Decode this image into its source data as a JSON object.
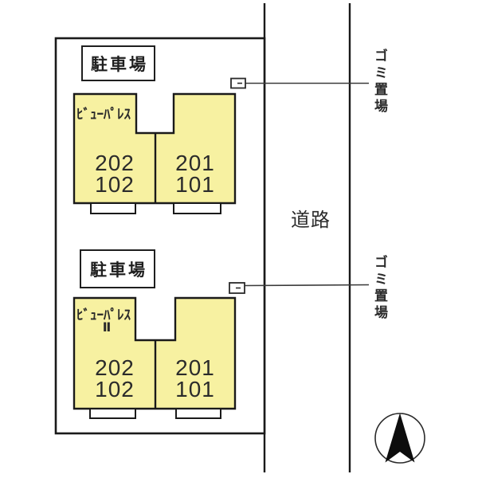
{
  "diagram_type": "real-estate-site-plan",
  "colors": {
    "building_fill": "#F7F1A1",
    "line_color": "#1A1A1A",
    "background": "#FFFFFF"
  },
  "road": {
    "label": "道路"
  },
  "sections": [
    {
      "parking_label": "駐車場",
      "building_name": "ﾋﾞｭｰﾊﾟﾚｽ",
      "building_name_line2": "",
      "unit_top_left": "202",
      "unit_bottom_left": "102",
      "unit_top_right": "201",
      "unit_bottom_right": "101",
      "garbage_label": "ゴミ置場"
    },
    {
      "parking_label": "駐車場",
      "building_name": "ﾋﾞｭｰﾊﾟﾚｽ",
      "building_name_line2": "Ⅱ",
      "unit_top_left": "202",
      "unit_bottom_left": "102",
      "unit_top_right": "201",
      "unit_bottom_right": "101",
      "garbage_label": "ゴミ置場"
    }
  ],
  "icons": {
    "compass": "north-arrow-compass",
    "garbage_marker": "garbage-station-marker"
  }
}
